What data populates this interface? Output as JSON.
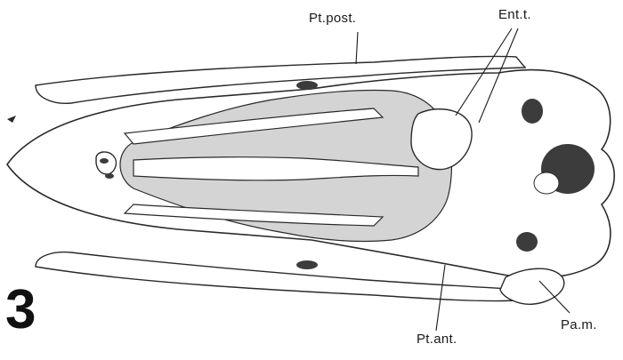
{
  "figure": {
    "number": "3",
    "colors": {
      "outline": "#2a2a2a",
      "shade": "#d4d4d4",
      "dark": "#3c3c3c",
      "paper": "#ffffff"
    }
  },
  "labels": {
    "pt_post": "Pt.post.",
    "ent_t": "Ent.t.",
    "pt_ant": "Pt.ant.",
    "pa_m": "Pa.m."
  }
}
